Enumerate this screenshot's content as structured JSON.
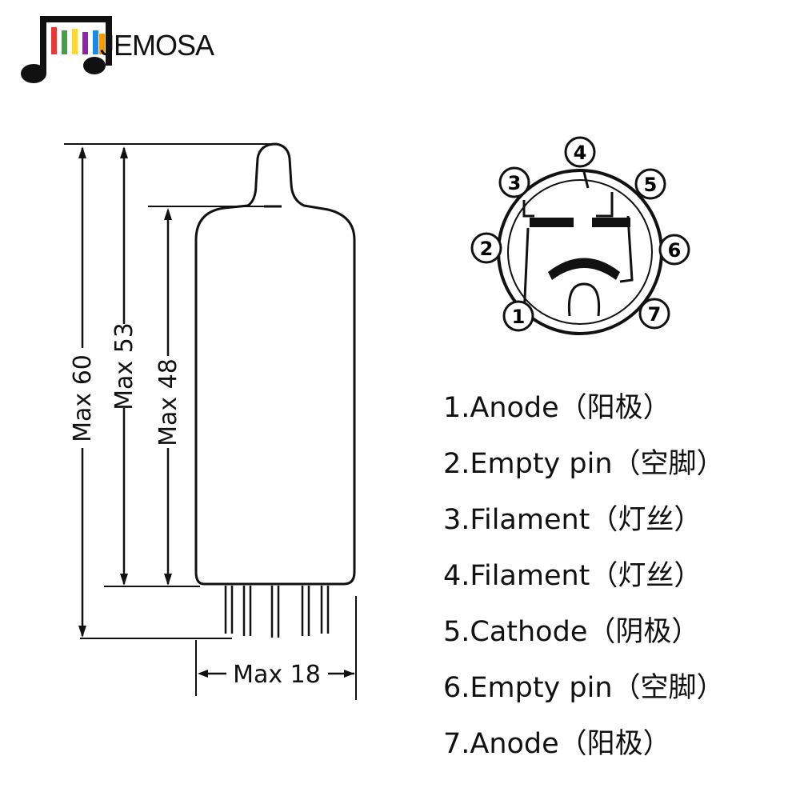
{
  "brand": {
    "name": "JEMOSA",
    "bar_colors": [
      "#e53935",
      "#43a047",
      "#fdd835",
      "#8e24aa",
      "#1e88e5",
      "#ff9800"
    ]
  },
  "dimensions": {
    "height_total": "Max 60",
    "height_body_top": "Max 53",
    "height_glass": "Max 48",
    "diameter": "Max 18"
  },
  "pin_numbers": [
    "1",
    "2",
    "3",
    "4",
    "5",
    "6",
    "7"
  ],
  "pins": [
    "1.Anode（阳极）",
    "2.Empty pin（空脚）",
    "3.Filament（灯丝）",
    "4.Filament（灯丝）",
    "5.Cathode（阴极）",
    "6.Empty pin（空脚）",
    "7.Anode（阳极）"
  ]
}
